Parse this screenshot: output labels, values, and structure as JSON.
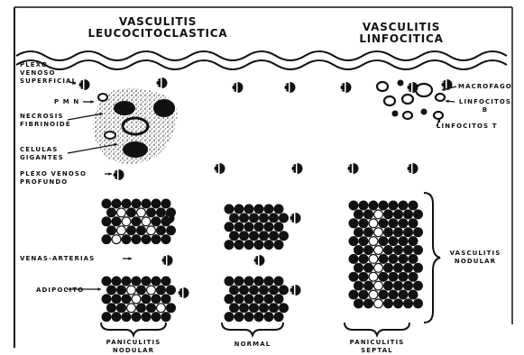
{
  "titles": {
    "left_line1": "VASCULITIS",
    "left_line2": "LEUCOCITOCLASTICA",
    "right_line1": "VASCULITIS",
    "right_line2": "LINFOCITICA"
  },
  "left_labels": {
    "plexo_line1": "PLEXO",
    "plexo_line2": "VENOSO",
    "plexo_line3": "SUPERFICIAL",
    "pmn": "P M N",
    "necrosis_line1": "NECROSIS",
    "necrosis_line2": "FIBRINOIDE",
    "celulas_line1": "CELULAS",
    "celulas_line2": "GIGANTES",
    "profundo_line1": "PLEXO VENOSO",
    "profundo_line2": "PROFUNDO",
    "venas": "VENAS-ARTERIAS",
    "adipocito": "ADIPOCITO"
  },
  "right_labels": {
    "macrofago": "MACROFAGO",
    "linfocitos_b_line1": "LINFOCITOS",
    "linfocitos_b_line2": "B",
    "linfocitos_t": "LINFOCITOS T",
    "vasculitis_nodular_line1": "VASCULITIS",
    "vasculitis_nodular_line2": "NODULAR"
  },
  "bottom_labels": {
    "paniculitis_nodular_line1": "PANICULITIS",
    "paniculitis_nodular_line2": "NODULAR",
    "normal": "NORMAL",
    "paniculitis_septal_line1": "PANICULITIS",
    "paniculitis_septal_line2": "SEPTAL"
  }
}
